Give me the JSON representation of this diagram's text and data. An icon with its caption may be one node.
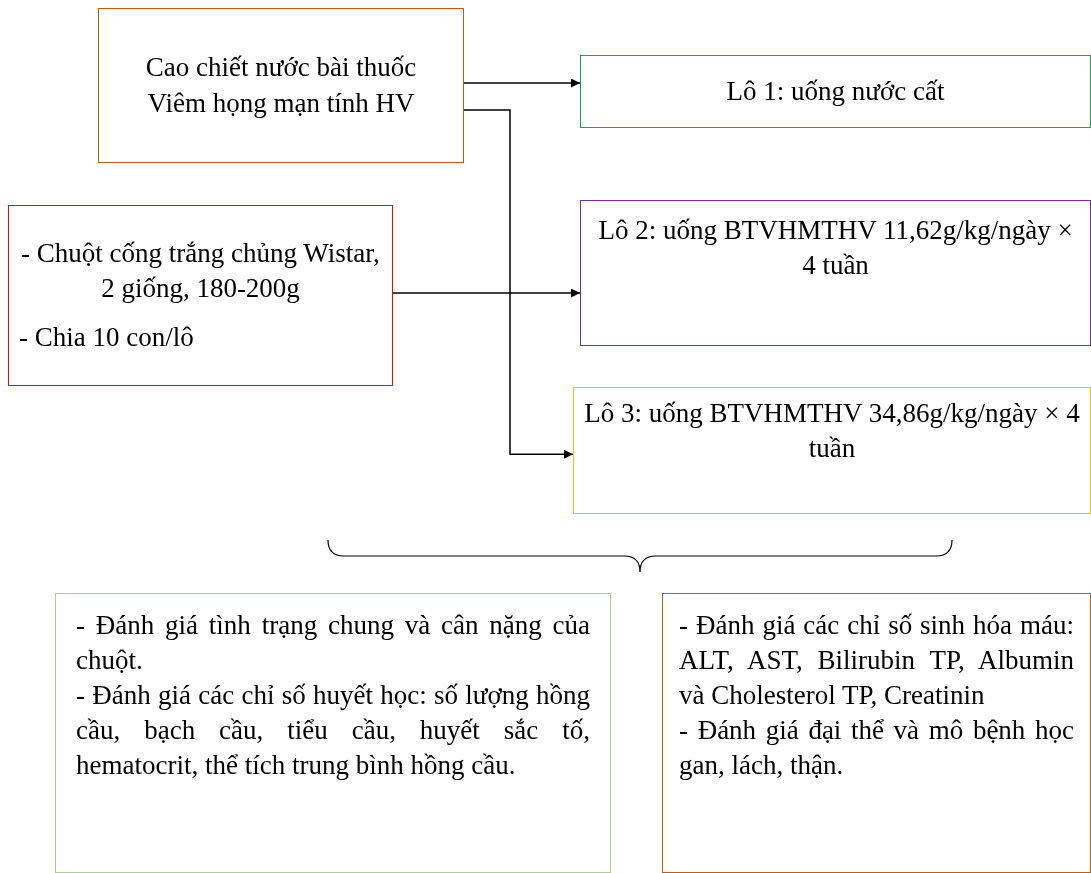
{
  "diagram": {
    "nodes": [
      {
        "text": [
          "Cao chiết nước bài thuốc Viêm họng mạn tính HV"
        ]
      },
      {
        "text": [
          "- Chuột cống trắng chủng Wistar, 2 giống, 180-200g",
          "- Chia 10 con/lô"
        ]
      },
      {
        "text": [
          "Lô 1: uống nước cất"
        ]
      },
      {
        "text": [
          "Lô 2: uống BTVHMTHV 11,62g/kg/ngày × 4 tuần"
        ]
      },
      {
        "text": [
          "Lô 3: uống BTVHMTHV 34,86g/kg/ngày × 4 tuần"
        ]
      },
      {
        "text": [
          "- Đánh giá tình trạng chung và  cân nặng của chuột.",
          "- Đánh giá các chỉ số huyết học: số lượng hồng cầu, bạch cầu, tiểu cầu, huyết sắc tố, hematocrit, thể tích trung bình hồng cầu."
        ]
      },
      {
        "text": [
          "- Đánh giá các chỉ số sinh hóa máu: ALT, AST, Bilirubin TP, Albumin và Cholesterol TP, Creatinin",
          "- Đánh giá đại thể và mô bệnh học gan, lách, thận."
        ]
      }
    ],
    "edges": [
      {
        "from": 0,
        "to": 2,
        "arrow": "to"
      },
      {
        "from": 0,
        "to": 4,
        "arrow": "to"
      },
      {
        "from": 1,
        "to": 3,
        "arrow": "to"
      }
    ]
  }
}
